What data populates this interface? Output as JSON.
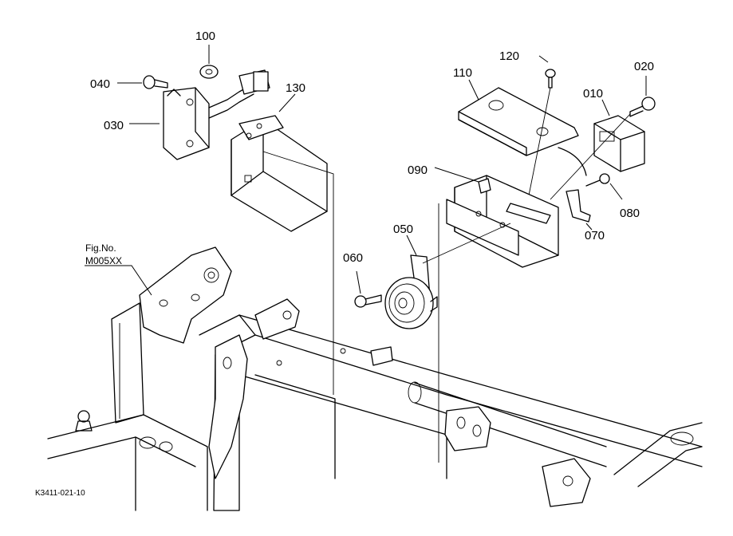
{
  "parts": {
    "p010": "010",
    "p020": "020",
    "p030": "030",
    "p040": "040",
    "p050": "050",
    "p060": "060",
    "p070": "070",
    "p080": "080",
    "p090": "090",
    "p100": "100",
    "p110": "110",
    "p120": "120",
    "p130": "130"
  },
  "figure_ref": {
    "line1": "Fig.No.",
    "line2": "M005XX"
  },
  "drawing_id": "K3411-021-10"
}
